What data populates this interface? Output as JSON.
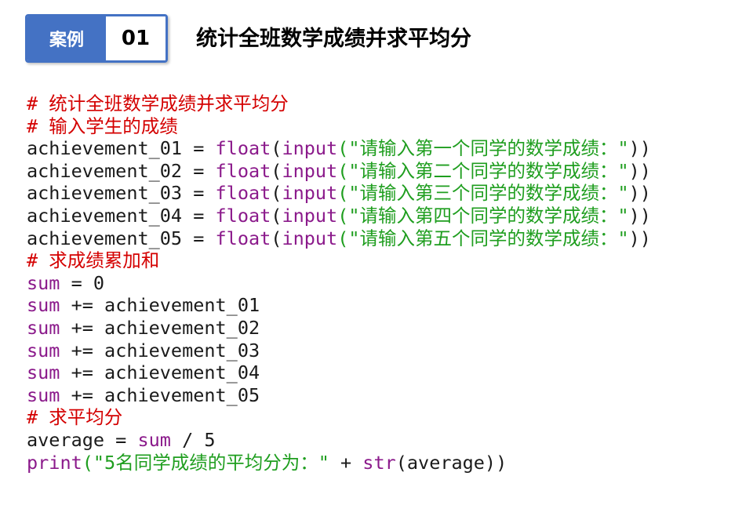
{
  "header": {
    "badge_label": "案例",
    "badge_number": "01",
    "title": "统计全班数学成绩并求平均分"
  },
  "code_lines": [
    [
      {
        "t": "# 统计全班数学成绩并求平均分",
        "c": "comment"
      }
    ],
    [
      {
        "t": "# 输入学生的成绩",
        "c": "comment"
      }
    ],
    [
      {
        "t": "achievement_01 = ",
        "c": "plain"
      },
      {
        "t": "float",
        "c": "kw"
      },
      {
        "t": "(",
        "c": "plain"
      },
      {
        "t": "input",
        "c": "kw"
      },
      {
        "t": "(\"请输入第一个同学的数学成绩：\"",
        "c": "str"
      },
      {
        "t": "))",
        "c": "plain"
      }
    ],
    [
      {
        "t": "achievement_02 = ",
        "c": "plain"
      },
      {
        "t": "float",
        "c": "kw"
      },
      {
        "t": "(",
        "c": "plain"
      },
      {
        "t": "input",
        "c": "kw"
      },
      {
        "t": "(\"请输入第二个同学的数学成绩：\"",
        "c": "str"
      },
      {
        "t": "))",
        "c": "plain"
      }
    ],
    [
      {
        "t": "achievement_03 = ",
        "c": "plain"
      },
      {
        "t": "float",
        "c": "kw"
      },
      {
        "t": "(",
        "c": "plain"
      },
      {
        "t": "input",
        "c": "kw"
      },
      {
        "t": "(\"请输入第三个同学的数学成绩：\"",
        "c": "str"
      },
      {
        "t": "))",
        "c": "plain"
      }
    ],
    [
      {
        "t": "achievement_04 = ",
        "c": "plain"
      },
      {
        "t": "float",
        "c": "kw"
      },
      {
        "t": "(",
        "c": "plain"
      },
      {
        "t": "input",
        "c": "kw"
      },
      {
        "t": "(\"请输入第四个同学的数学成绩：\"",
        "c": "str"
      },
      {
        "t": "))",
        "c": "plain"
      }
    ],
    [
      {
        "t": "achievement_05 = ",
        "c": "plain"
      },
      {
        "t": "float",
        "c": "kw"
      },
      {
        "t": "(",
        "c": "plain"
      },
      {
        "t": "input",
        "c": "kw"
      },
      {
        "t": "(\"请输入第五个同学的数学成绩：\"",
        "c": "str"
      },
      {
        "t": "))",
        "c": "plain"
      }
    ],
    [
      {
        "t": "# 求成绩累加和",
        "c": "comment"
      }
    ],
    [
      {
        "t": "sum",
        "c": "kw"
      },
      {
        "t": " = 0",
        "c": "plain"
      }
    ],
    [
      {
        "t": "sum",
        "c": "kw"
      },
      {
        "t": " += achievement_01",
        "c": "plain"
      }
    ],
    [
      {
        "t": "sum",
        "c": "kw"
      },
      {
        "t": " += achievement_02",
        "c": "plain"
      }
    ],
    [
      {
        "t": "sum",
        "c": "kw"
      },
      {
        "t": " += achievement_03",
        "c": "plain"
      }
    ],
    [
      {
        "t": "sum",
        "c": "kw"
      },
      {
        "t": " += achievement_04",
        "c": "plain"
      }
    ],
    [
      {
        "t": "sum",
        "c": "kw"
      },
      {
        "t": " += achievement_05",
        "c": "plain"
      }
    ],
    [
      {
        "t": "# 求平均分",
        "c": "comment"
      }
    ],
    [
      {
        "t": "average = ",
        "c": "plain"
      },
      {
        "t": "sum",
        "c": "kw"
      },
      {
        "t": " / 5",
        "c": "plain"
      }
    ],
    [
      {
        "t": "print",
        "c": "kw"
      },
      {
        "t": "(\"5名同学成绩的平均分为：\"",
        "c": "str"
      },
      {
        "t": " + ",
        "c": "plain"
      },
      {
        "t": "str",
        "c": "kw"
      },
      {
        "t": "(average))",
        "c": "plain"
      }
    ]
  ],
  "colors": {
    "accent": "#4472c4",
    "comment": "#d40000",
    "keyword": "#8b1a8b",
    "string": "#1f9e1f"
  }
}
